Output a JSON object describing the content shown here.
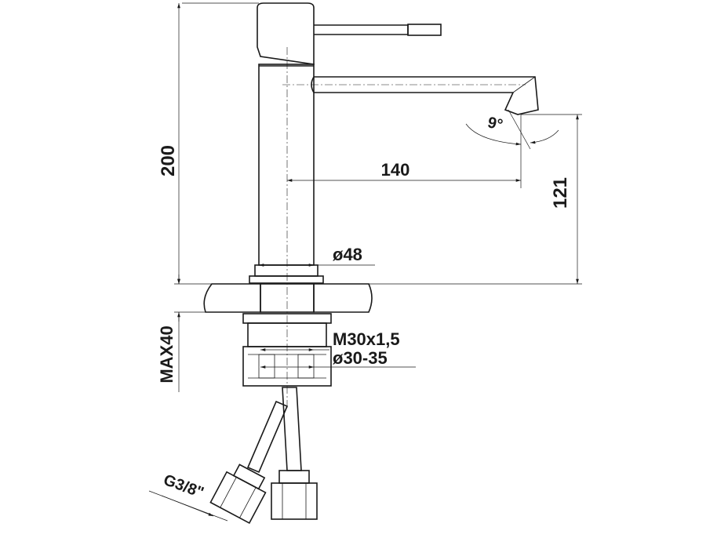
{
  "labels": {
    "height_total": "200",
    "spout_reach": "140",
    "spout_height": "121",
    "angle": "9°",
    "body_diameter": "ø48",
    "thread": "M30x1,5",
    "hole_diameter": "ø30-35",
    "max_thickness": "MAX40",
    "connector": "G3/8\""
  }
}
